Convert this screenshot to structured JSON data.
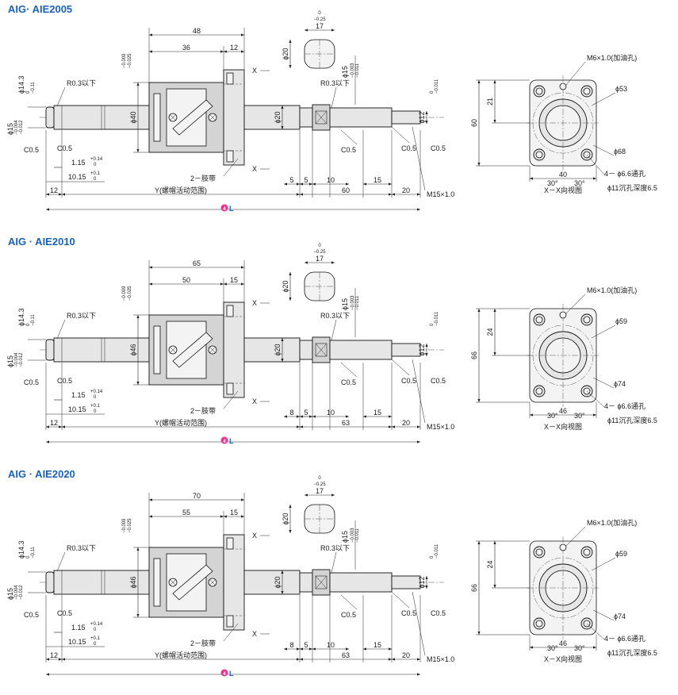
{
  "sections": [
    {
      "title": "AIG· AIE2005",
      "nut_length": "48",
      "nut_body": "36",
      "flange": "12",
      "nut_dia": "ϕ40",
      "nut_dia_tol_upper": "−0.009",
      "nut_dia_tol_lower": "−0.025",
      "bearing_seat": "5",
      "right_section_len": "60",
      "bracket_height": "60",
      "bracket_upper": "21",
      "bracket_width": "40",
      "pcd": "ϕ53",
      "outer_dia": "ϕ68"
    },
    {
      "title": "AIG · AIE2010",
      "nut_length": "65",
      "nut_body": "50",
      "flange": "15",
      "nut_dia": "ϕ46",
      "nut_dia_tol_upper": "−0.009",
      "nut_dia_tol_lower": "−0.025",
      "bearing_seat": "8",
      "right_section_len": "63",
      "bracket_height": "66",
      "bracket_upper": "24",
      "bracket_width": "46",
      "pcd": "ϕ59",
      "outer_dia": "ϕ74"
    },
    {
      "title": "AIG · AIE2020",
      "nut_length": "70",
      "nut_body": "55",
      "flange": "15",
      "nut_dia": "ϕ46",
      "nut_dia_tol_upper": "−0.009",
      "nut_dia_tol_lower": "−0.025",
      "bearing_seat": "8",
      "right_section_len": "63",
      "bracket_height": "66",
      "bracket_upper": "24",
      "bracket_width": "46",
      "pcd": "ϕ59",
      "outer_dia": "ϕ74"
    }
  ],
  "common": {
    "section_mark": "X",
    "flat_width": "17",
    "flat_tol_upper": "0",
    "flat_tol_lower": "−0.25",
    "shaft_dia20": "ϕ20",
    "shaft_dia20_b": "ϕ20",
    "dia15": "ϕ15",
    "dia15_tol_upper": "−0.003",
    "dia15_tol_lower": "−0.011",
    "dia12": "ϕ12",
    "dia12_tol_upper": "0",
    "dia12_tol_lower": "−0.011",
    "dia14": "ϕ14.3",
    "dia14_tol_upper": "0",
    "dia14_tol_lower": "−0.11",
    "dia15_left": "ϕ15",
    "dia15_left_tol_upper": "−0.004",
    "dia15_left_tol_lower": "−0.012",
    "r03": "R0.3以下",
    "c05": "C0.5",
    "dim_115": "1.15",
    "dim_115_tol_upper": "+0.14",
    "dim_115_tol_lower": "0",
    "dim_1015": "10.15",
    "dim_1015_tol_upper": "+0.1",
    "dim_1015_tol_lower": "0",
    "dim_12": "12",
    "dim_y": "Y(螺帽活动范围)",
    "dim_5": "5",
    "dim_10": "10",
    "dim_15": "15",
    "dim_20": "20",
    "thread": "M15×1.0",
    "thread_alt": "M15×1.0",
    "seal_band": "2－肢带",
    "length_circle": "4",
    "length_label": "L",
    "oil_hole": "M6×1.0(加油孔)",
    "holes": "4－ ϕ6.6通孔",
    "counterbore": "ϕ11沉孔深度6.5",
    "angle": "30°",
    "view_label": "X－X向视图"
  }
}
